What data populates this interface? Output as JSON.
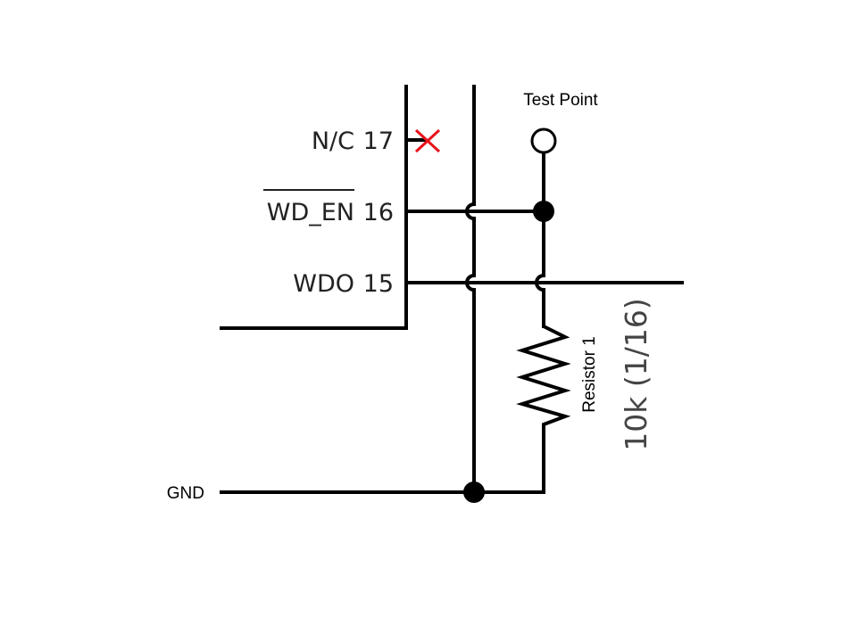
{
  "diagram": {
    "pins": [
      {
        "name": "N/C",
        "number": "17"
      },
      {
        "name": "WD_EN",
        "number": "16"
      },
      {
        "name": "WDO",
        "number": "15"
      }
    ],
    "labels": {
      "test_point": "Test Point",
      "gnd": "GND",
      "resistor_name": "Resistor 1",
      "resistor_value": "10k (1/16)"
    },
    "colors": {
      "wire": "#000000",
      "no_connect": "#e8121a",
      "pin_text": "#222222",
      "value_text": "#444444"
    }
  }
}
